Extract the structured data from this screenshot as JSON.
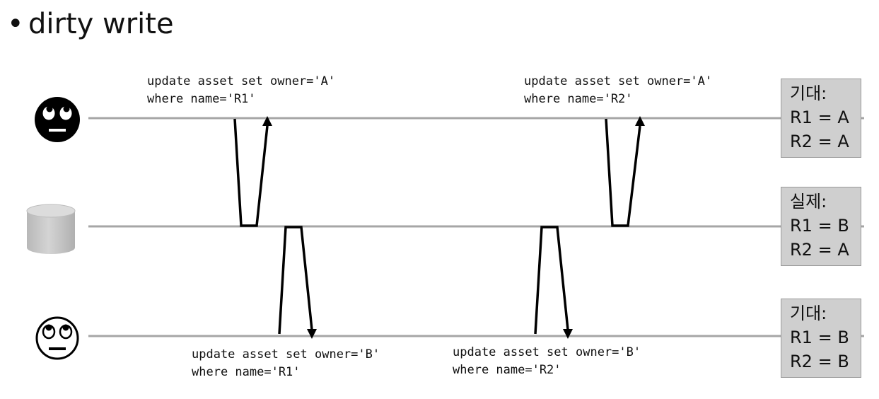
{
  "heading": {
    "bullet": "•",
    "text": "dirty write"
  },
  "sql": {
    "a_r1": {
      "line1": "update asset set owner='A'",
      "line2": "where name='R1'"
    },
    "a_r2": {
      "line1": "update asset set owner='A'",
      "line2": "where name='R2'"
    },
    "b_r1": {
      "line1": "update asset set owner='B'",
      "line2": "where name='R1'"
    },
    "b_r2": {
      "line1": "update asset set owner='B'",
      "line2": "where name='R2'"
    }
  },
  "boxes": {
    "expected_a": {
      "title": "기대:",
      "line1": "R1 = A",
      "line2": "R2 = A"
    },
    "actual": {
      "title": "실제:",
      "line1": "R1 = B",
      "line2": "R2 = A"
    },
    "expected_b": {
      "title": "기대:",
      "line1": "R1 = B",
      "line2": "R2 = B"
    }
  },
  "icons": {
    "user_a": "eye-roll-face-icon-dark",
    "database": "database-cylinder-icon",
    "user_b": "eye-roll-face-icon-light"
  },
  "colors": {
    "timeline": "#a6a6a6",
    "arrow": "#000000",
    "box_fill": "#cfcfcf",
    "box_border": "#9a9a9a"
  }
}
